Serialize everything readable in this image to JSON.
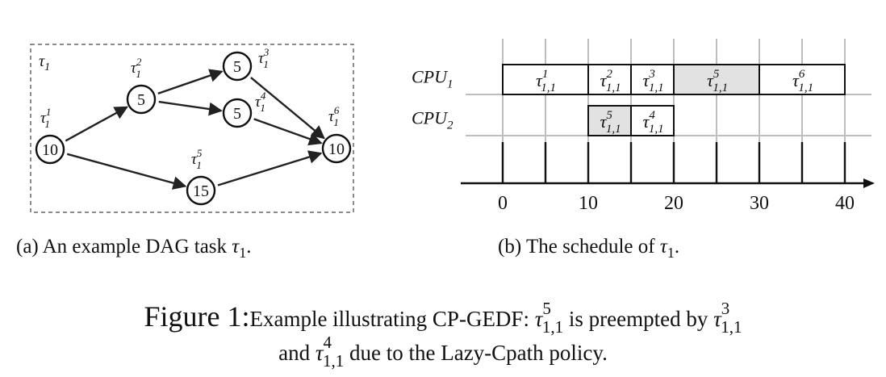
{
  "dag": {
    "task_label": "τ",
    "task_sub": "1",
    "nodes": [
      {
        "id": "n1",
        "weight": "10",
        "label": "τ",
        "sup": "1",
        "sub": "1"
      },
      {
        "id": "n2",
        "weight": "5",
        "label": "τ",
        "sup": "2",
        "sub": "1"
      },
      {
        "id": "n3",
        "weight": "5",
        "label": "τ",
        "sup": "3",
        "sub": "1"
      },
      {
        "id": "n4",
        "weight": "5",
        "label": "τ",
        "sup": "4",
        "sub": "1"
      },
      {
        "id": "n5",
        "weight": "15",
        "label": "τ",
        "sup": "5",
        "sub": "1"
      },
      {
        "id": "n6",
        "weight": "10",
        "label": "τ",
        "sup": "6",
        "sub": "1"
      }
    ],
    "edges": [
      [
        "n1",
        "n2"
      ],
      [
        "n2",
        "n3"
      ],
      [
        "n2",
        "n4"
      ],
      [
        "n3",
        "n6"
      ],
      [
        "n4",
        "n6"
      ],
      [
        "n1",
        "n5"
      ],
      [
        "n5",
        "n6"
      ]
    ],
    "caption": {
      "prefix": "(a)  An example DAG task ",
      "symbol": "τ",
      "sub": "1",
      "suffix": "."
    }
  },
  "schedule": {
    "cpus": [
      {
        "name": "CPU",
        "sub": "1"
      },
      {
        "name": "CPU",
        "sub": "2"
      }
    ],
    "segments": [
      {
        "cpu": 0,
        "start": 0,
        "end": 10,
        "label": "τ",
        "sup": "1",
        "sub": "1,1",
        "shaded": false
      },
      {
        "cpu": 0,
        "start": 10,
        "end": 15,
        "label": "τ",
        "sup": "2",
        "sub": "1,1",
        "shaded": false
      },
      {
        "cpu": 0,
        "start": 15,
        "end": 20,
        "label": "τ",
        "sup": "3",
        "sub": "1,1",
        "shaded": false
      },
      {
        "cpu": 0,
        "start": 20,
        "end": 30,
        "label": "τ",
        "sup": "5",
        "sub": "1,1",
        "shaded": true
      },
      {
        "cpu": 0,
        "start": 30,
        "end": 40,
        "label": "τ",
        "sup": "6",
        "sub": "1,1",
        "shaded": false
      },
      {
        "cpu": 1,
        "start": 10,
        "end": 15,
        "label": "τ",
        "sup": "5",
        "sub": "1,1",
        "shaded": true
      },
      {
        "cpu": 1,
        "start": 15,
        "end": 20,
        "label": "τ",
        "sup": "4",
        "sub": "1,1",
        "shaded": false
      }
    ],
    "axis": {
      "ticks": [
        0,
        10,
        20,
        30,
        40
      ],
      "minor_step": 5,
      "max": 40
    },
    "caption": {
      "prefix": "(b)  The schedule of ",
      "symbol": "τ",
      "sub": "1",
      "suffix": "."
    }
  },
  "figure_caption": {
    "number": "Figure 1:",
    "line1_a": "Example illustrating CP-GEDF: ",
    "line1_sym": "τ",
    "line1_sup": "5",
    "line1_sub": "1,1",
    "line1_b": " is preempted by ",
    "line1_sym2": "τ",
    "line1_sup2": "3",
    "line1_sub2": "1,1",
    "line2_a": "and ",
    "line2_sym": "τ",
    "line2_sup": "4",
    "line2_sub": "1,1",
    "line2_b": " due to the Lazy-Cpath policy."
  }
}
